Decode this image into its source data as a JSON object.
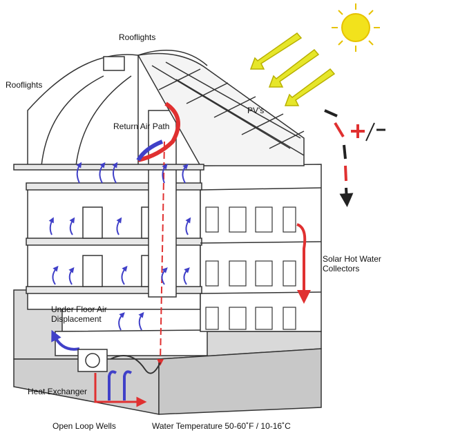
{
  "labels": {
    "rooflights_top": "Rooflights",
    "rooflights_left": "Rooflights",
    "pvs": "PV's",
    "return_air": "Return Air Path",
    "solar_hot_water": "Solar Hot Water Collectors",
    "under_floor": "Under Floor Air Displacement",
    "heat_exchanger": "Heat Exchanger",
    "wells": "Open Loop Wells",
    "water_temp": "Water Temperature 50-60˚F / 10-16˚C"
  },
  "colors": {
    "sun": "#f2e21c",
    "solar_arrow": "#e6e62a",
    "hot_air": "#e03030",
    "cool_air": "#4040c8",
    "ink": "#222222",
    "ground": "#d9d9d9"
  },
  "icons": [
    "sun-icon",
    "solar-ray-arrow-icon",
    "plus-minus-icon"
  ]
}
